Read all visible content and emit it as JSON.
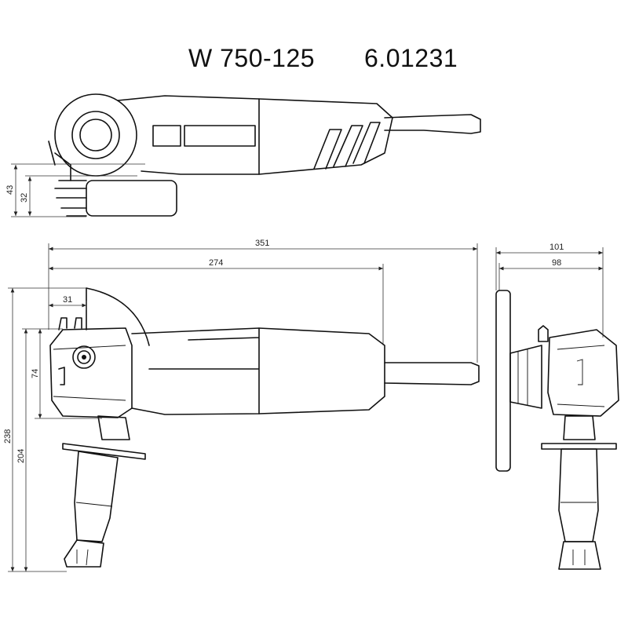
{
  "title": {
    "model": "W 750-125",
    "article_number": "6.01231"
  },
  "dimensions": {
    "top_view": {
      "height_total": "43",
      "height_spindle": "32"
    },
    "side_view": {
      "length_total": "351",
      "length_body": "274",
      "guard_offset": "31",
      "height_total": "238",
      "height_handle": "204",
      "head_height": "74"
    },
    "front_view": {
      "width_total": "101",
      "width_body": "98"
    }
  }
}
